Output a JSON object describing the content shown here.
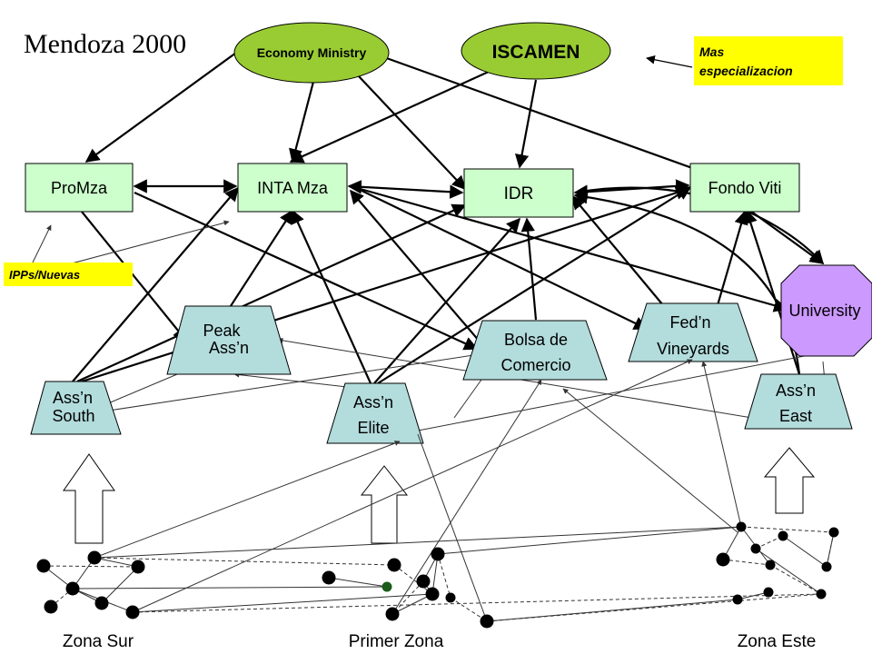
{
  "title": "Mendoza 2000",
  "colors": {
    "ellipse_fill": "#99cc33",
    "trapezoid_fill": "#b3dcdc",
    "university_fill": "#cc99ff",
    "note_fill": "#ffff00",
    "box_fill": "#ccffcc",
    "line": "#000000",
    "thin_line": "#333333",
    "green_node": "#1a5c1a"
  },
  "ellipses": [
    {
      "id": "economy",
      "label": "Economy Ministry",
      "icon": "ellipse"
    },
    {
      "id": "iscamen",
      "label": "ISCAMEN",
      "icon": "ellipse"
    }
  ],
  "notes": [
    {
      "id": "mas",
      "lines": [
        "Mas",
        "especializacion"
      ]
    },
    {
      "id": "ipps",
      "lines": [
        "IPPs/Nuevas"
      ]
    }
  ],
  "boxes": [
    {
      "id": "promza",
      "label": "ProMza"
    },
    {
      "id": "inta",
      "label": "INTA Mza"
    },
    {
      "id": "idr",
      "label": "IDR"
    },
    {
      "id": "fondo",
      "label": "Fondo Viti"
    }
  ],
  "university": {
    "label": "University",
    "icon": "octagon"
  },
  "trapezoids": [
    {
      "id": "peak",
      "lines": [
        "Peak",
        "Ass’n"
      ]
    },
    {
      "id": "bolsa",
      "lines": [
        "Bolsa de",
        "Comercio"
      ]
    },
    {
      "id": "fedn",
      "lines": [
        "Fed’n",
        "Vineyards"
      ]
    },
    {
      "id": "south",
      "lines": [
        "Ass’n",
        "South"
      ]
    },
    {
      "id": "elite",
      "lines": [
        "Ass’n",
        "Elite"
      ]
    },
    {
      "id": "east",
      "lines": [
        "Ass’n",
        "East"
      ]
    }
  ],
  "zones": [
    {
      "id": "sur",
      "label": "Zona Sur"
    },
    {
      "id": "primer",
      "label": "Primer Zona"
    },
    {
      "id": "este",
      "label": "Zona Este"
    }
  ],
  "up_arrows": [
    "up-arrow-icon",
    "up-arrow-icon",
    "up-arrow-icon"
  ]
}
